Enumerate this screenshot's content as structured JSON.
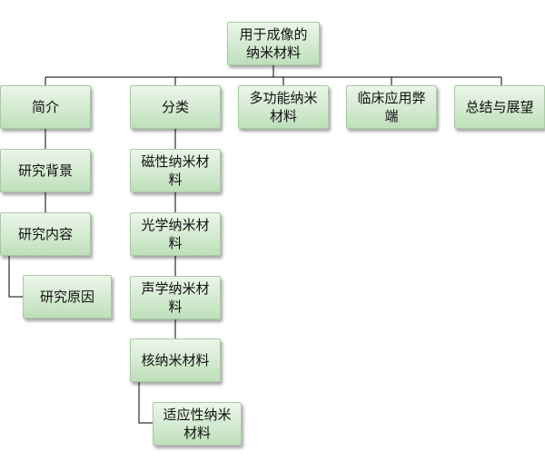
{
  "diagram": {
    "root": "用于成像的\n纳米材料",
    "branches": [
      {
        "label": "简介",
        "children": [
          "研究背景",
          "研究内容"
        ],
        "grandchildren": [
          "研究原因"
        ]
      },
      {
        "label": "分类",
        "children": [
          "磁性纳米材\n料",
          "光学纳米材\n料",
          "声学纳米材\n料",
          "核纳米材料"
        ],
        "grandchildren": [
          "适应性纳米\n材料"
        ]
      },
      {
        "label": "多功能纳米\n材料"
      },
      {
        "label": "临床应用弊\n端"
      },
      {
        "label": "总结与展望"
      }
    ]
  }
}
